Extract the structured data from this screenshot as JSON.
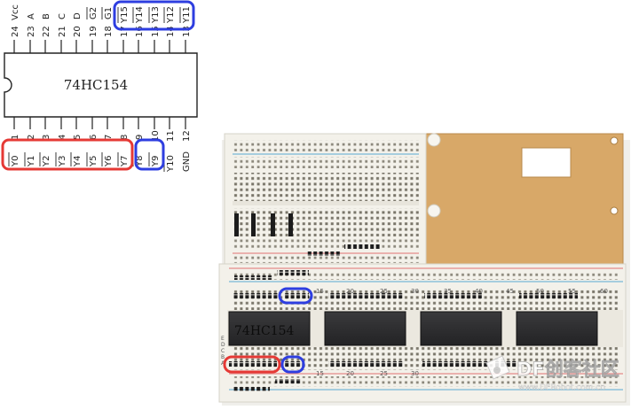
{
  "pinout": {
    "chip_name": "74HC154",
    "top_numbers": [
      "24",
      "23",
      "22",
      "21",
      "20",
      "19",
      "18",
      "17",
      "16",
      "15",
      "14",
      "13"
    ],
    "top_names": [
      "Vcc",
      "A",
      "B",
      "C",
      "D",
      "G2",
      "G1",
      "Y15",
      "Y14",
      "Y13",
      "Y12",
      "Y11"
    ],
    "bottom_numbers": [
      "1",
      "2",
      "3",
      "4",
      "5",
      "6",
      "7",
      "8",
      "9",
      "10",
      "11",
      "12"
    ],
    "bottom_names": [
      "Y0",
      "Y1",
      "Y2",
      "Y3",
      "Y4",
      "Y5",
      "Y6",
      "Y7",
      "Y8",
      "Y9",
      "Y10",
      "GND"
    ]
  },
  "breadboard": {
    "chip_label": "74HC154",
    "column_numbers": [
      "15",
      "20",
      "25",
      "30",
      "35",
      "40",
      "45",
      "50",
      "55",
      "60"
    ],
    "row_letters": [
      "E",
      "D",
      "C",
      "B",
      "A"
    ]
  },
  "watermark": {
    "title": "DF创客社区",
    "url": "www.DFRobot.com.cn"
  },
  "colors": {
    "highlight_red": "#e53935",
    "highlight_blue": "#2e3ee0",
    "board": "#f3f1ea",
    "hole": "#6f6b60",
    "acrylic": "#d8a868",
    "chip": "#2f2f31"
  }
}
